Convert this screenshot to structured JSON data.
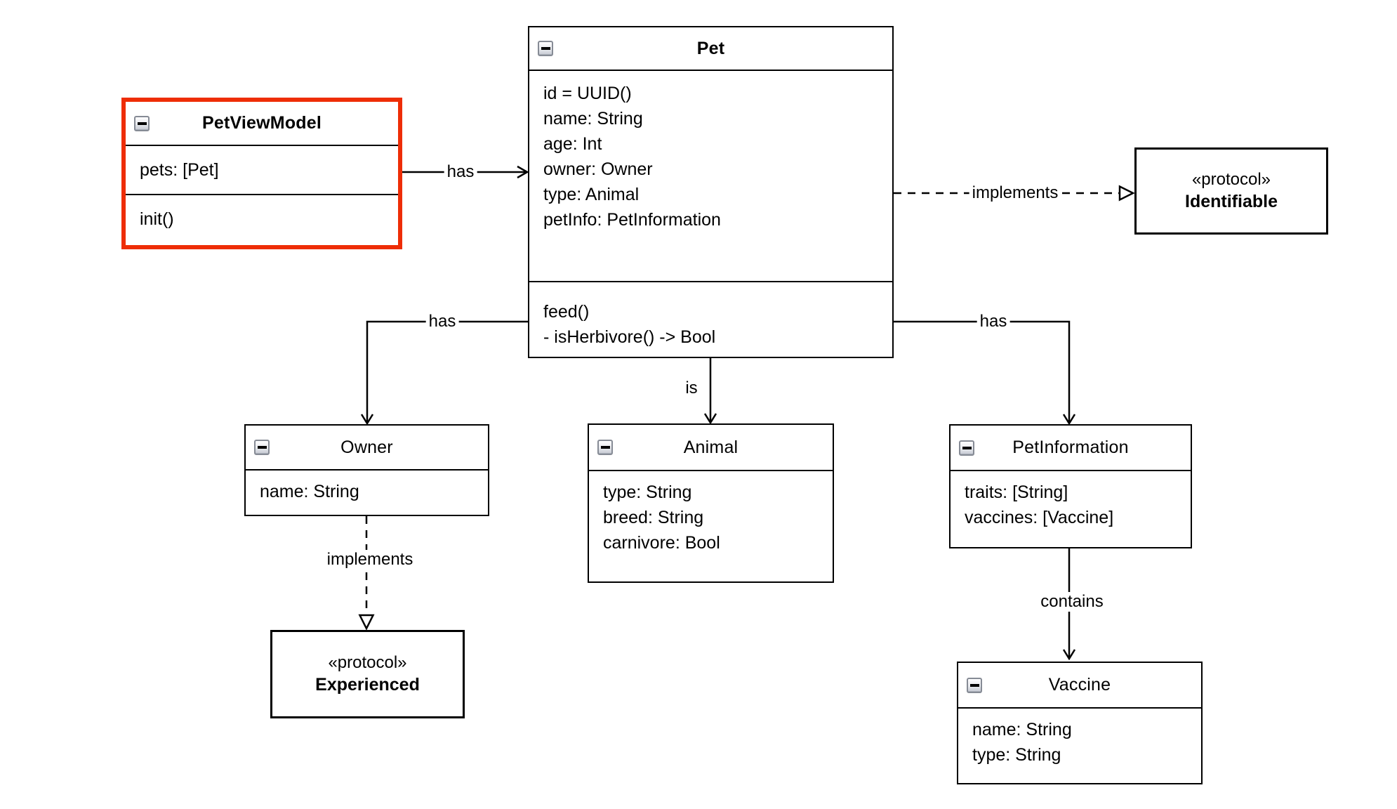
{
  "diagram": {
    "colors": {
      "selection_red": "#ee2d06",
      "line": "#000000",
      "background": "#ffffff"
    },
    "classes": [
      {
        "title": "PetViewModel",
        "attributes": [
          "pets: [Pet]"
        ],
        "methods": [
          "init()"
        ],
        "selected": true
      },
      {
        "title": "Pet",
        "attributes": [
          "id = UUID()",
          "name: String",
          "age: Int",
          "owner: Owner",
          "type: Animal",
          "petInfo: PetInformation"
        ],
        "methods": [
          "feed()",
          "- isHerbivore() -> Bool"
        ],
        "selected": false
      },
      {
        "title": "Owner",
        "attributes": [
          "name: String"
        ],
        "methods": [],
        "selected": false
      },
      {
        "title": "Animal",
        "attributes": [
          "type: String",
          "breed: String",
          "carnivore: Bool"
        ],
        "methods": [],
        "selected": false
      },
      {
        "title": "PetInformation",
        "attributes": [
          "traits: [String]",
          "vaccines: [Vaccine]"
        ],
        "methods": [],
        "selected": false
      },
      {
        "title": "Vaccine",
        "attributes": [
          "name: String",
          "type: String"
        ],
        "methods": [],
        "selected": false
      }
    ],
    "protocols": [
      {
        "stereotype": "«protocol»",
        "name": "Identifiable"
      },
      {
        "stereotype": "«protocol»",
        "name": "Experienced"
      }
    ],
    "relationships": [
      {
        "from": "PetViewModel",
        "to": "Pet",
        "label": "has",
        "style": "solid"
      },
      {
        "from": "Pet",
        "to": "Identifiable",
        "label": "implements",
        "style": "dashed"
      },
      {
        "from": "Pet",
        "to": "Owner",
        "label": "has",
        "style": "solid"
      },
      {
        "from": "Pet",
        "to": "Animal",
        "label": "is",
        "style": "solid"
      },
      {
        "from": "Pet",
        "to": "PetInformation",
        "label": "has",
        "style": "solid"
      },
      {
        "from": "Owner",
        "to": "Experienced",
        "label": "implements",
        "style": "dashed"
      },
      {
        "from": "PetInformation",
        "to": "Vaccine",
        "label": "contains",
        "style": "solid"
      }
    ],
    "icons": {
      "collapse": "minus"
    }
  }
}
